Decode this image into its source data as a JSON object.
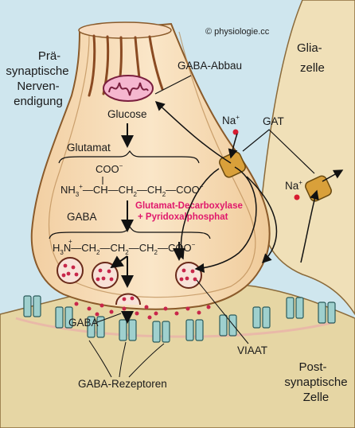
{
  "copyright": "© physiologie.cc",
  "labels": {
    "presyn_1": "Prä-",
    "presyn_2": "synaptische",
    "presyn_3": "Nerven-",
    "presyn_4": "endigung",
    "glia_1": "Glia-",
    "glia_2": "zelle",
    "gaba_abbau": "GABA-Abbau",
    "glucose": "Glucose",
    "glutamat": "Glutamat",
    "gaba_upper": "GABA",
    "gaba_cleft": "GABA",
    "na_1": "Na",
    "na_2": "Na",
    "plus": "+",
    "gat": "GAT",
    "viaat": "VIAAT",
    "receptors": "GABA-Rezeptoren",
    "postsyn_1": "Post-",
    "postsyn_2": "synaptische",
    "postsyn_3": "Zelle"
  },
  "enzyme": {
    "line1": "Glutamat-Decarboxylase",
    "line2": "+ Pyridoxalphosphat"
  },
  "glutamate_formula": {
    "coo_top": "COO",
    "minus": "−",
    "nh": "NH",
    "h3": "3",
    "plus": "+",
    "chain_a": "—CH—CH",
    "chain_b": "—CH",
    "chain_c": "—COO",
    "two": "2"
  },
  "gaba_formula": {
    "h3": "H",
    "three": "3",
    "n": "N",
    "plus": "+",
    "chain_a": "—CH",
    "chain_b": "—CH",
    "chain_c": "—CH",
    "chain_d": "—COO",
    "two": "2",
    "minus": "−"
  },
  "colors": {
    "background": "#cfe6ee",
    "terminal": "#f5d7b0",
    "terminal_edge": "#8a5a2a",
    "glia": "#f0e0b8",
    "postsyn": "#e6d6a4",
    "receptor": "#9fd0ce",
    "gaba_dot": "#c8264a",
    "enzyme_text": "#e0186c"
  }
}
